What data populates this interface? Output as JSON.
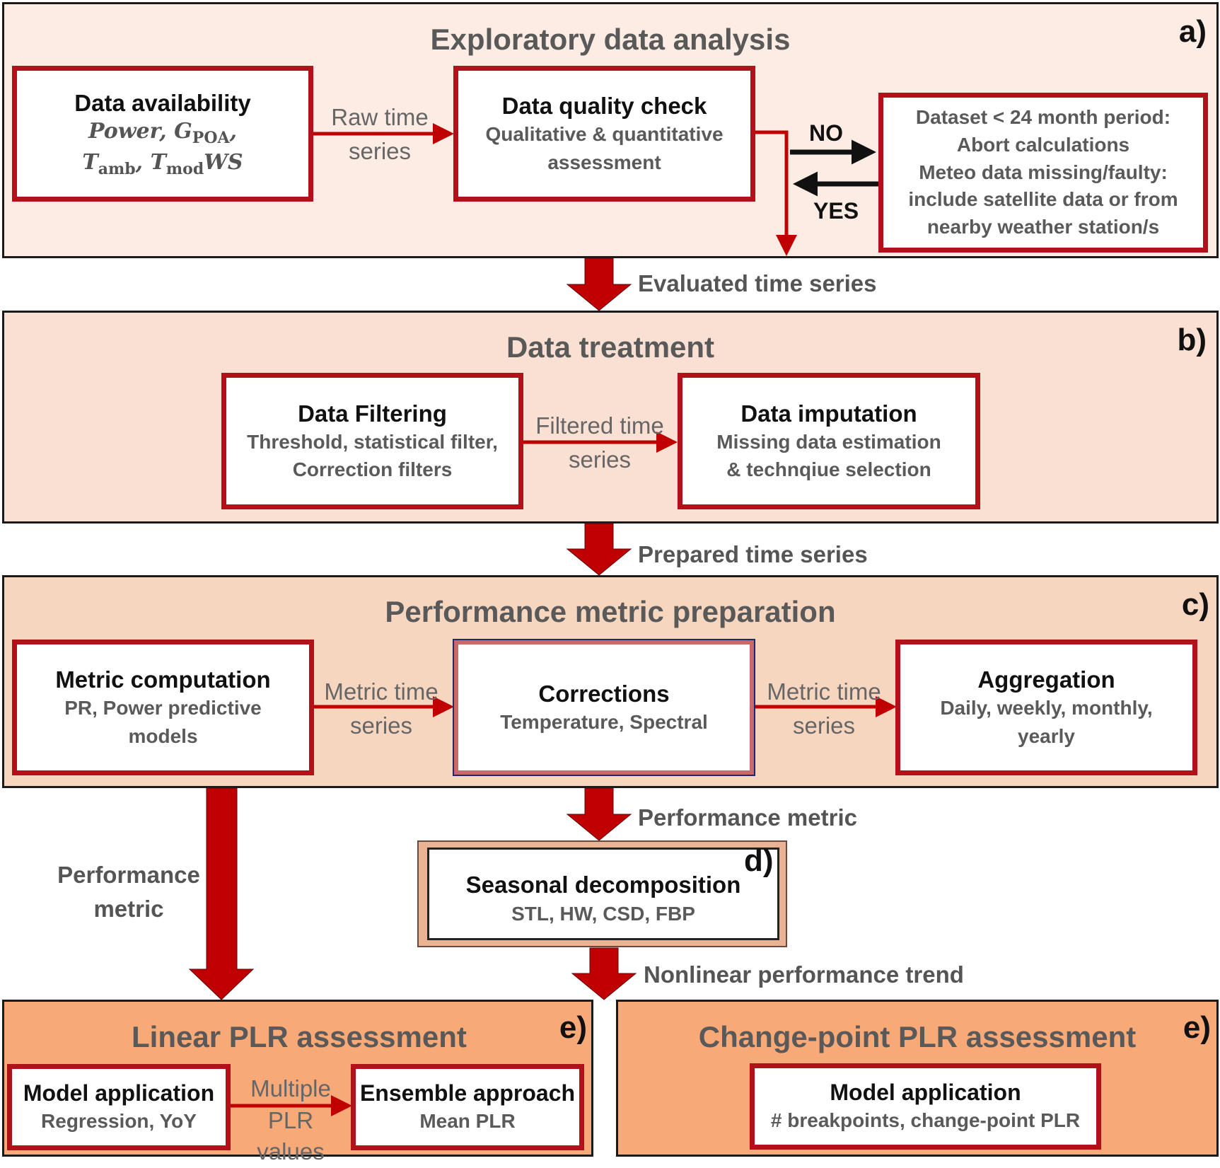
{
  "panels": {
    "a": {
      "title": "Exploratory data analysis",
      "label": "a)"
    },
    "b": {
      "title": "Data treatment",
      "label": "b)"
    },
    "c": {
      "title": "Performance metric preparation",
      "label": "c)"
    },
    "d": {
      "label": "d)"
    },
    "e_linear": {
      "title": "Linear PLR assessment",
      "label": "e)"
    },
    "e_change": {
      "title": "Change-point PLR assessment",
      "label": "e)"
    }
  },
  "boxes": {
    "data_availability": {
      "title": "Data availability"
    },
    "data_quality": {
      "title": "Data quality check",
      "sub1": "Qualitative & quantitative",
      "sub2": "assessment"
    },
    "dataset_note": {
      "line1": "Dataset < 24 month period:",
      "line2": "Abort calculations",
      "line3": "Meteo data missing/faulty:",
      "line4": "include satellite data or from",
      "line5": "nearby weather station/s"
    },
    "data_filtering": {
      "title": "Data Filtering",
      "sub1": "Threshold, statistical filter,",
      "sub2": "Correction filters"
    },
    "data_imputation": {
      "title": "Data imputation",
      "sub1": "Missing data estimation",
      "sub2": "& technqiue selection"
    },
    "metric_computation": {
      "title": "Metric computation",
      "sub1": "PR, Power predictive",
      "sub2": "models"
    },
    "corrections": {
      "title": "Corrections",
      "sub1": "Temperature, Spectral"
    },
    "aggregation": {
      "title": "Aggregation",
      "sub1": "Daily, weekly, monthly,",
      "sub2": "yearly"
    },
    "seasonal": {
      "title": "Seasonal decomposition",
      "sub1": "STL, HW, CSD, FBP"
    },
    "model_app_linear": {
      "title": "Model application",
      "sub1": "Regression, YoY"
    },
    "ensemble": {
      "title": "Ensemble approach",
      "sub1": "Mean PLR"
    },
    "model_app_change": {
      "title": "Model application",
      "sub1": "# breakpoints, change-point PLR"
    }
  },
  "math": {
    "power": "Power",
    "g": "G",
    "g_sub": "POA",
    "t1": "T",
    "t1_sub": "amb",
    "t2": "T",
    "t2_sub": "mod",
    "ws": "WS",
    "comma": ","
  },
  "arrow_labels": {
    "raw_time_1": "Raw time",
    "raw_time_2": "series",
    "filtered_1": "Filtered time",
    "filtered_2": "series",
    "metric_1a": "Metric time",
    "metric_1b": "series",
    "metric_2a": "Metric time",
    "metric_2b": "series",
    "multiple_1": "Multiple",
    "multiple_2": "PLR values",
    "no": "NO",
    "yes": "YES"
  },
  "flow_labels": {
    "evaluated": "Evaluated time series",
    "prepared": "Prepared time series",
    "performance_metric": "Performance metric",
    "side_metric_1": "Performance",
    "side_metric_2": "metric",
    "nonlinear": "Nonlinear performance trend"
  },
  "colors": {
    "accent_red": "#b3111a",
    "arrow_red": "#c00000",
    "panel_a": "#fcece3",
    "panel_b": "#f9e0d2",
    "panel_c": "#f7d6c0",
    "panel_e": "#f7a978",
    "panel_d_border": "#eab394"
  }
}
